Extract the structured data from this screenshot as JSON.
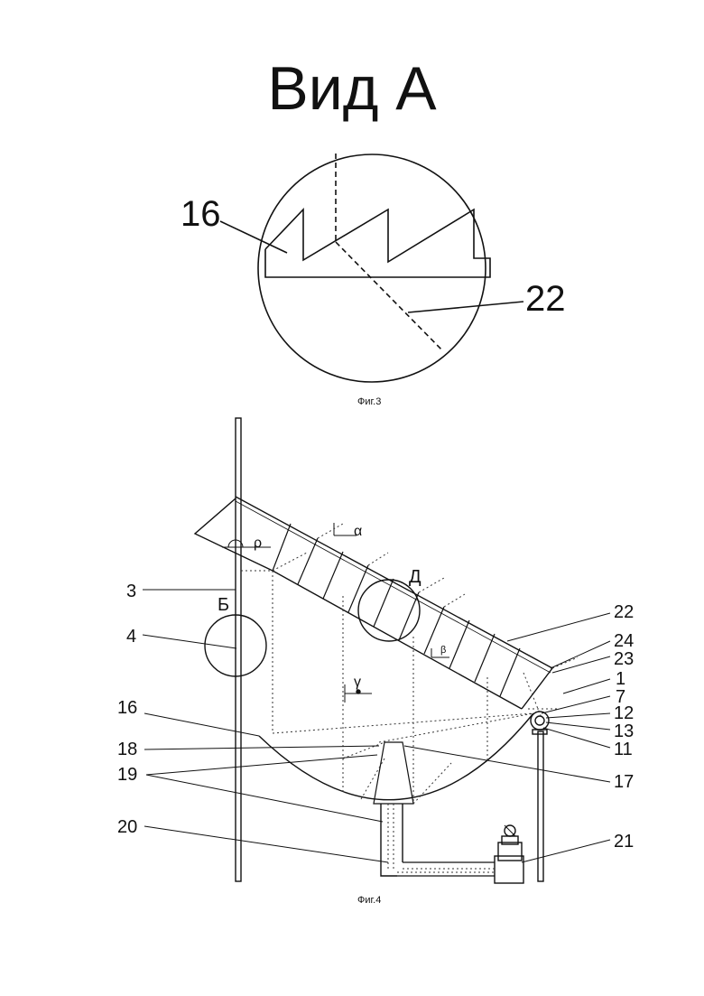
{
  "view_title": "Вид А",
  "fig3": {
    "caption": "Фиг.3",
    "labels": {
      "l16": "16",
      "l22": "22"
    }
  },
  "fig4": {
    "caption": "Фиг.4",
    "labels": {
      "l3": "3",
      "l4": "4",
      "l16": "16",
      "l18": "18",
      "l19": "19",
      "l20": "20",
      "l22": "22",
      "l24": "24",
      "l23": "23",
      "l1": "1",
      "l7": "7",
      "l12": "12",
      "l13": "13",
      "l11": "11",
      "l17": "17",
      "l21": "21",
      "view_b": "Б",
      "view_d": "Д"
    },
    "angles": {
      "rho": "ρ",
      "alpha": "α",
      "beta": "β",
      "gamma": "γ"
    }
  }
}
